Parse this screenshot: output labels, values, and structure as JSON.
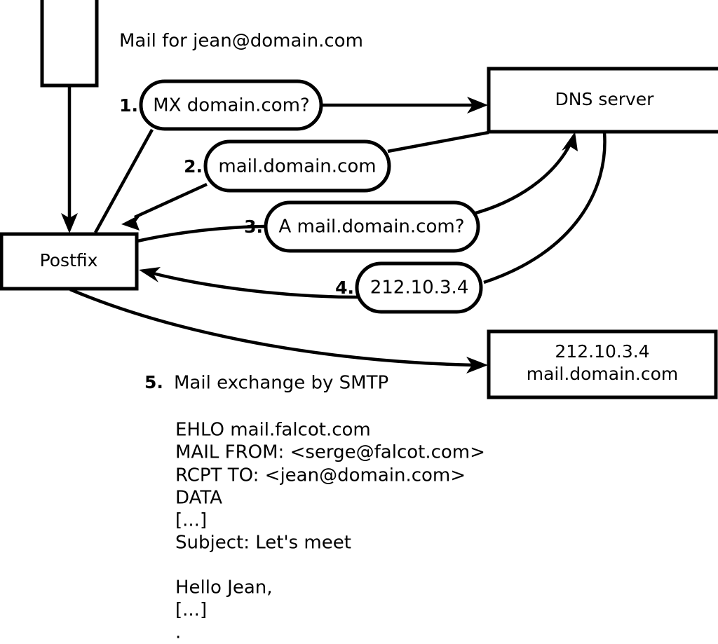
{
  "diagram": {
    "title": "Mail for jean@domain.com",
    "nodes": {
      "sender_box": {
        "label": ""
      },
      "postfix": {
        "label": "Postfix"
      },
      "dns_server": {
        "label": "DNS server"
      },
      "mail_server": {
        "label_line1": "212.10.3.4",
        "label_line2": "mail.domain.com"
      }
    },
    "steps": [
      {
        "num": "1.",
        "label": "MX domain.com?"
      },
      {
        "num": "2.",
        "label": "mail.domain.com"
      },
      {
        "num": "3.",
        "label": "A mail.domain.com?"
      },
      {
        "num": "4.",
        "label": "212.10.3.4"
      }
    ],
    "step5": {
      "num": "5.",
      "label": "Mail exchange by SMTP"
    },
    "transcript": [
      "EHLO mail.falcot.com",
      "MAIL FROM: <serge@falcot.com>",
      "RCPT TO: <jean@domain.com>",
      "DATA",
      "[...]",
      "Subject: Let's meet",
      "",
      "Hello Jean,",
      "[...]",
      "."
    ],
    "colors": {
      "stroke": "#000000",
      "fill": "#ffffff",
      "text": "#000000"
    }
  }
}
